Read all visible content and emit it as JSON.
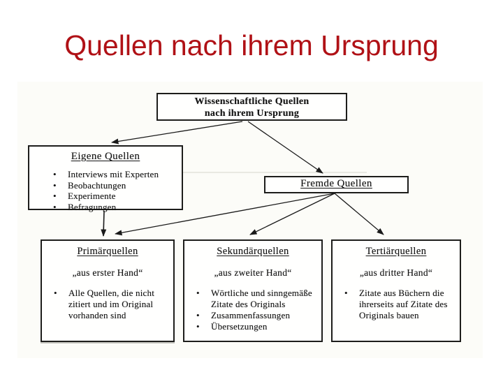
{
  "slide": {
    "title": "Quellen nach ihrem Ursprung",
    "title_color": "#b01116"
  },
  "diagram": {
    "root": {
      "label": "Wissenschaftliche Quellen\nnach ihrem Ursprung"
    },
    "eigene": {
      "heading": "Eigene Quellen",
      "bullets": [
        "Interviews mit Experten",
        "Beobachtungen",
        "Experimente",
        "Befragungen"
      ]
    },
    "fremde": {
      "heading": "Fremde Quellen"
    },
    "primaer": {
      "heading": "Primärquellen",
      "subtitle": "„aus erster Hand“",
      "bullets": [
        "Alle Quellen, die nicht\nzitiert und im Original\nvorhanden sind"
      ]
    },
    "sekundaer": {
      "heading": "Sekundärquellen",
      "subtitle": "„aus zweiter Hand“",
      "bullets": [
        "Wörtliche und sinngemäße\nZitate des Originals",
        "Zusammenfassungen",
        "Übersetzungen"
      ]
    },
    "tertiaer": {
      "heading": "Tertiärquellen",
      "subtitle": "„aus dritter Hand“",
      "bullets": [
        "Zitate aus Büchern die\nihrerseits auf Zitate des\nOriginals bauen"
      ]
    }
  }
}
